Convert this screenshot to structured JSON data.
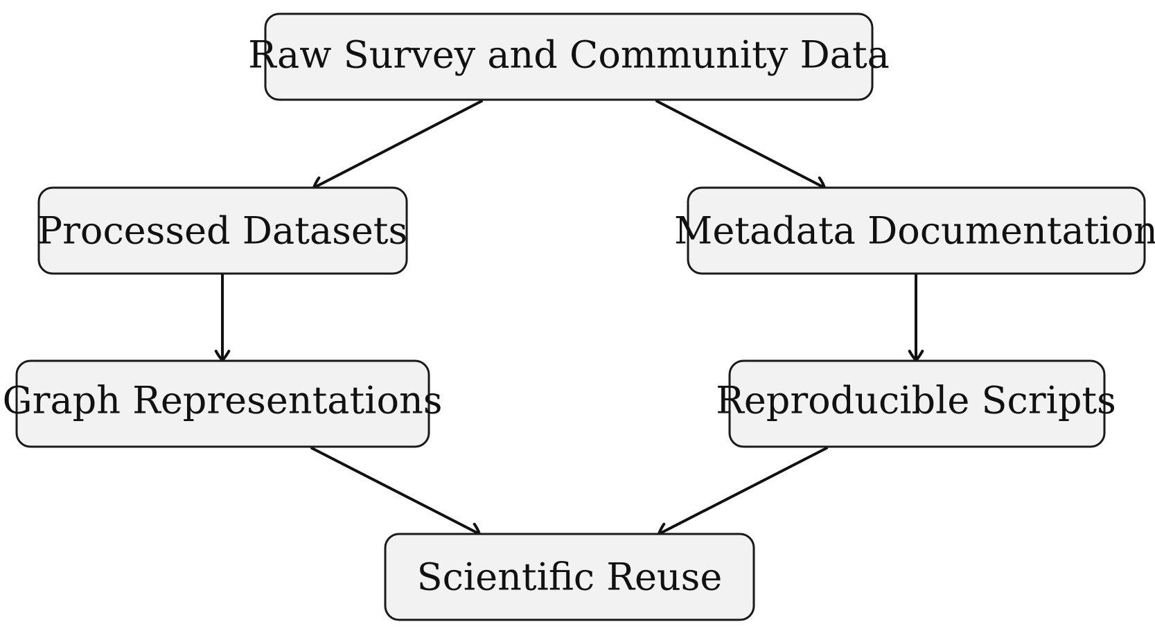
{
  "nodes": [
    {
      "id": "raw",
      "label": "Raw Survey and Community Data"
    },
    {
      "id": "processed",
      "label": "Processed Datasets"
    },
    {
      "id": "metadata",
      "label": "Metadata Documentation"
    },
    {
      "id": "graph",
      "label": "Graph Representations"
    },
    {
      "id": "scripts",
      "label": "Reproducible Scripts"
    },
    {
      "id": "reuse",
      "label": "Scientific Reuse"
    }
  ],
  "edges": [
    {
      "from": "raw",
      "to": "processed"
    },
    {
      "from": "raw",
      "to": "metadata"
    },
    {
      "from": "processed",
      "to": "graph"
    },
    {
      "from": "metadata",
      "to": "scripts"
    },
    {
      "from": "graph",
      "to": "reuse"
    },
    {
      "from": "scripts",
      "to": "reuse"
    }
  ]
}
